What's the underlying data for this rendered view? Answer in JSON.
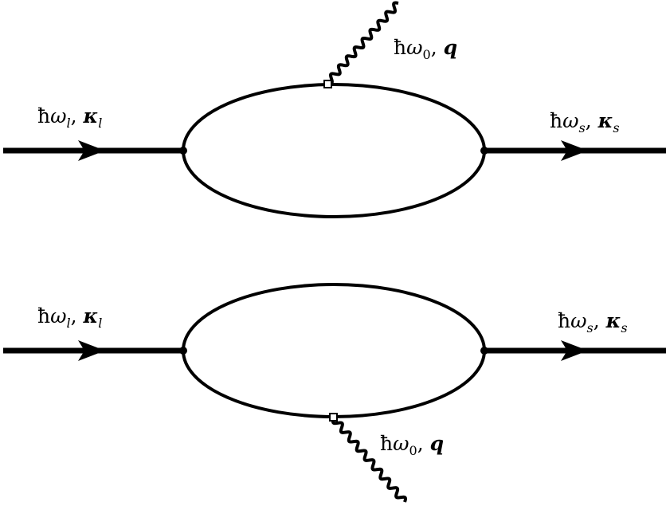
{
  "diagrams": [
    {
      "incoming_label": {
        "hbar": "ħ",
        "omega": "ω",
        "omega_sub": "l",
        "comma": ", ",
        "kappa": "κ",
        "kappa_sub": "l"
      },
      "outgoing_label": {
        "hbar": "ħ",
        "omega": "ω",
        "omega_sub": "s",
        "comma": ", ",
        "kappa": "κ",
        "kappa_sub": "s"
      },
      "phonon_label": {
        "hbar": "ħ",
        "omega": "ω",
        "omega_sub": "0",
        "comma": ", ",
        "q": "q"
      },
      "phonon_attached": "top"
    },
    {
      "incoming_label": {
        "hbar": "ħ",
        "omega": "ω",
        "omega_sub": "l",
        "comma": ", ",
        "kappa": "κ",
        "kappa_sub": "l"
      },
      "outgoing_label": {
        "hbar": "ħ",
        "omega": "ω",
        "omega_sub": "s",
        "comma": ", ",
        "kappa": "κ",
        "kappa_sub": "s"
      },
      "phonon_label": {
        "hbar": "ħ",
        "omega": "ω",
        "omega_sub": "0",
        "comma": ", ",
        "q": "q"
      },
      "phonon_attached": "bottom"
    }
  ],
  "colors": {
    "line": "#000000",
    "background": "#ffffff"
  }
}
